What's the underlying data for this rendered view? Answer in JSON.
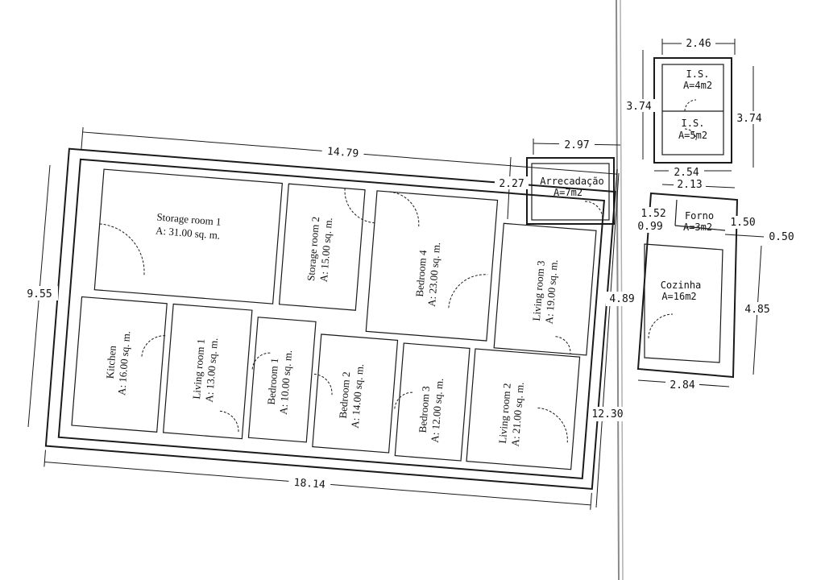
{
  "main_house": {
    "rooms": [
      {
        "name": "Storage room 1",
        "area": "A: 31.00 sq. m."
      },
      {
        "name": "Storage room 2",
        "area": "A: 15.00 sq. m."
      },
      {
        "name": "Bedroom 4",
        "area": "A: 23.00 sq. m."
      },
      {
        "name": "Living room 3",
        "area": "A: 19.00 sq. m."
      },
      {
        "name": "Kitchen",
        "area": "A: 16.00 sq. m."
      },
      {
        "name": "Living room 1",
        "area": "A: 13.00 sq. m."
      },
      {
        "name": "Bedroom 1",
        "area": "A: 10.00 sq. m."
      },
      {
        "name": "Bedroom 2",
        "area": "A: 14.00 sq. m."
      },
      {
        "name": "Bedroom 3",
        "area": "A: 12.00 sq. m."
      },
      {
        "name": "Living room 2",
        "area": "A: 21.00 sq. m."
      }
    ],
    "dimensions": {
      "top": "14.79",
      "left": "9.55",
      "bottom": "18.14",
      "right": "12.30",
      "middle": "4.89"
    }
  },
  "annex": {
    "rooms": [
      {
        "name": "I.S.",
        "area": "A=4m2"
      },
      {
        "name": "I.S.",
        "area": "A=5m2"
      },
      {
        "name": "Arrecadação",
        "area": "A=7m2"
      },
      {
        "name": "Forno",
        "area": "A=3m2"
      },
      {
        "name": "Cozinha",
        "area": "A=16m2"
      }
    ],
    "dimensions": {
      "is_top": "2.46",
      "is_left": "3.74",
      "is_right": "3.74",
      "is_bottom": "2.54",
      "arr_top": "2.97",
      "arr_left": "2.27",
      "forno_top": "2.13",
      "forno_left": "1.52",
      "forno_right": "1.50",
      "gap_left": "0.99",
      "gap_right": "0.50",
      "coz_right": "4.85",
      "coz_bottom": "2.84"
    }
  }
}
